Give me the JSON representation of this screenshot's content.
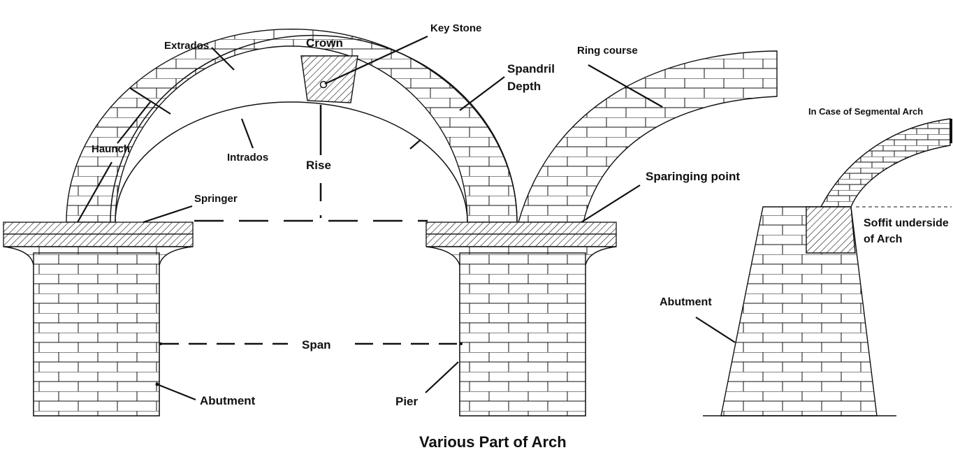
{
  "title": "Various Part of Arch",
  "labels": {
    "extrados": "Extrados",
    "crown": "Crown",
    "key_stone": "Key Stone",
    "ring_course": "Ring course",
    "spandril_depth_line1": "Spandril",
    "spandril_depth_line2": "Depth",
    "haunch": "Haunch",
    "intrados": "Intrados",
    "rise": "Rise",
    "springer": "Springer",
    "sparinging_point": "Sparinging point",
    "span": "Span",
    "abutment_left": "Abutment",
    "pier": "Pier",
    "segmental_heading": "In Case of Segmental Arch",
    "soffit_line1": "Soffit underside",
    "soffit_line2": "of Arch",
    "abutment_right": "Abutment"
  }
}
